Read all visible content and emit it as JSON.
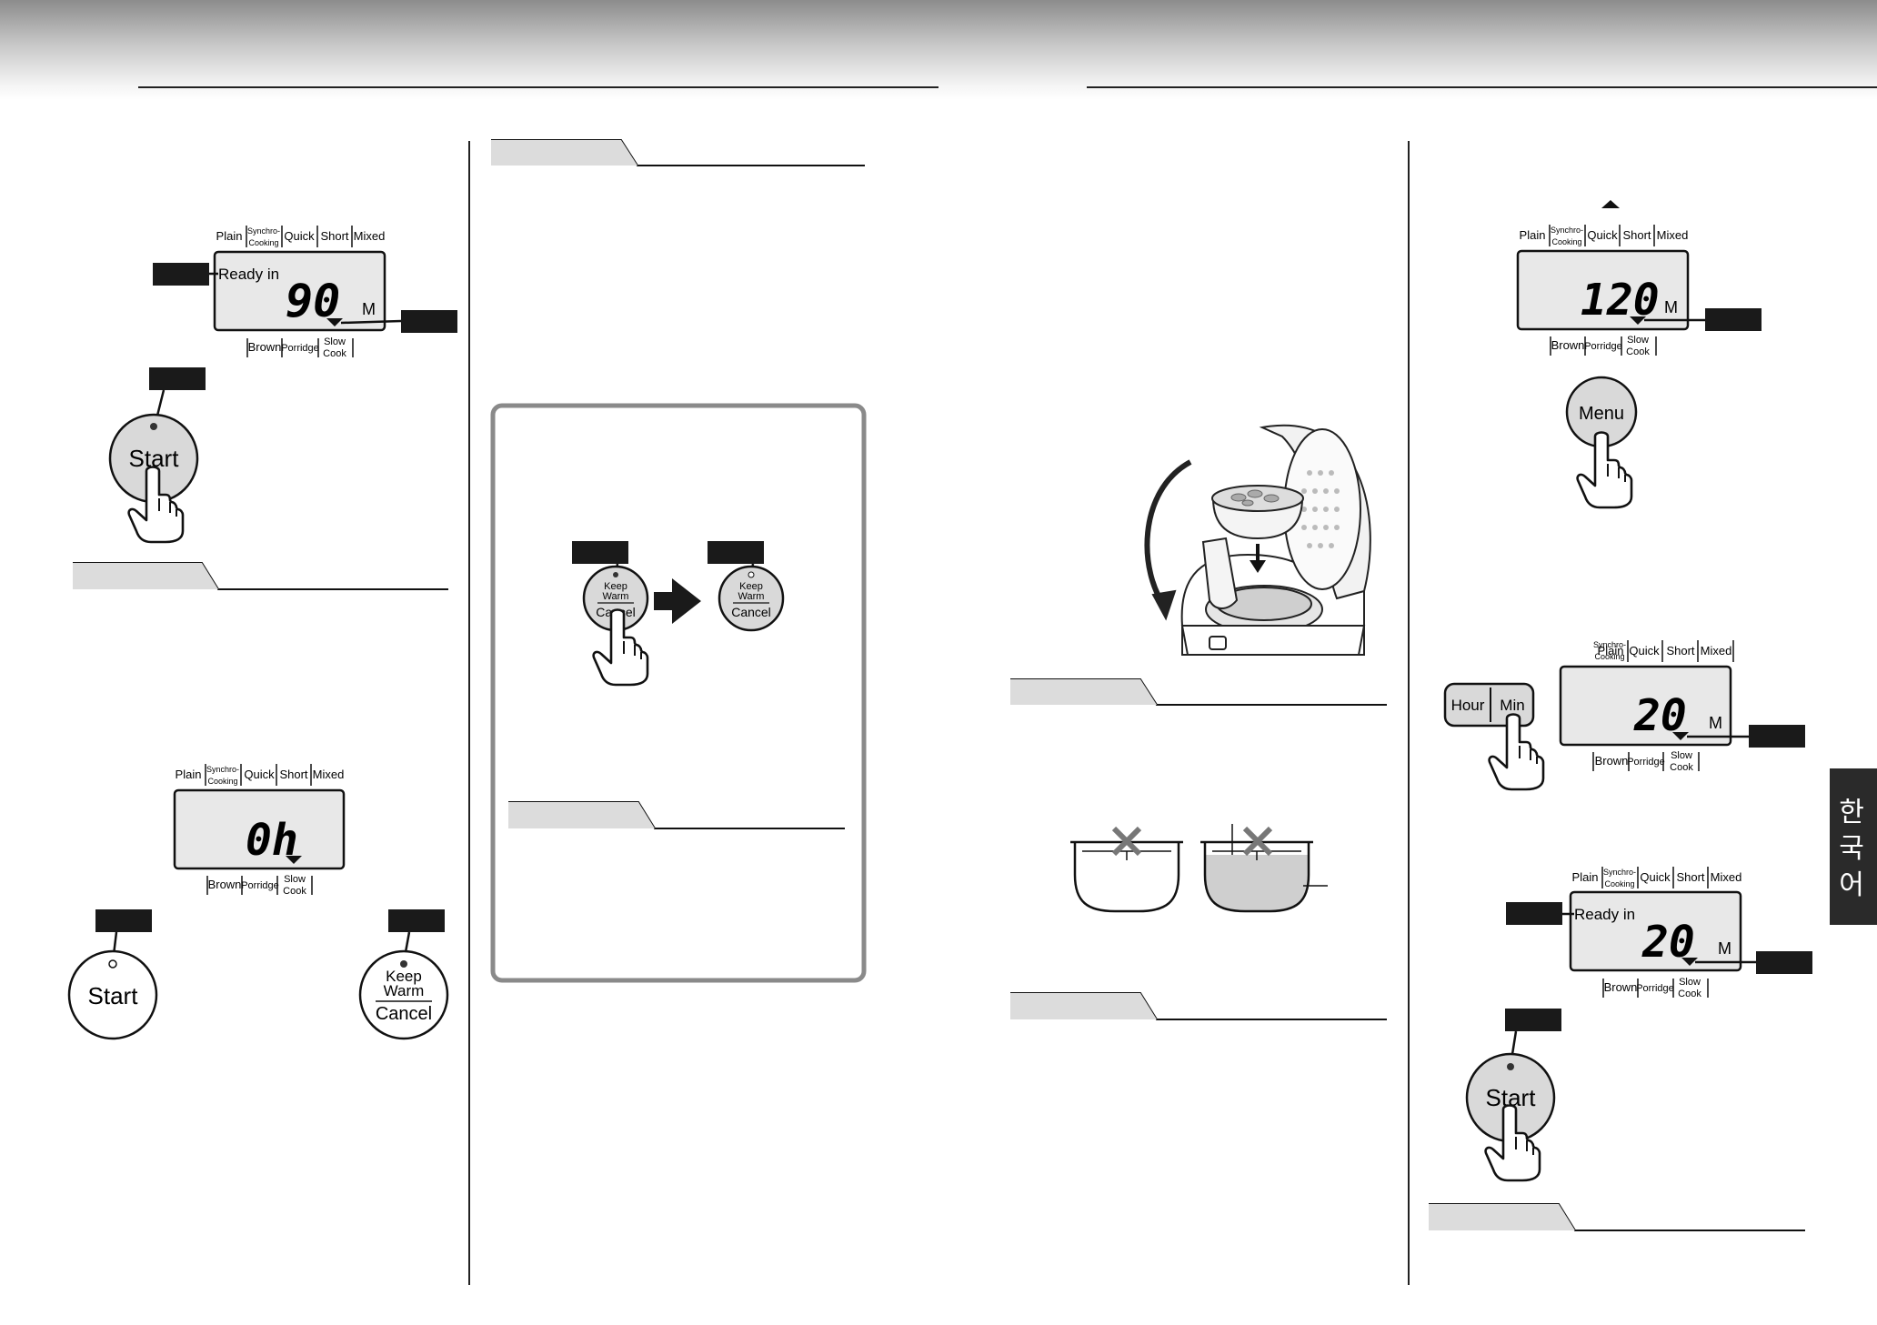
{
  "panel_labels": {
    "top": [
      "Plain",
      "Synchro-",
      "Cooking",
      "Quick",
      "Short",
      "Mixed"
    ],
    "bottom": [
      "Brown",
      "Porridge",
      "Slow",
      "Cook"
    ],
    "ready": "Ready in",
    "unit": "M"
  },
  "displays": {
    "d1": "90",
    "d2": "0h",
    "d3": "120",
    "d4": "20",
    "d5": "20"
  },
  "buttons": {
    "start": "Start",
    "menu": "Menu",
    "hour": "Hour",
    "min": "Min",
    "keep1": "Keep",
    "keep2": "Warm",
    "cancel": "Cancel"
  },
  "side_tab": [
    "한",
    "국",
    "어"
  ]
}
